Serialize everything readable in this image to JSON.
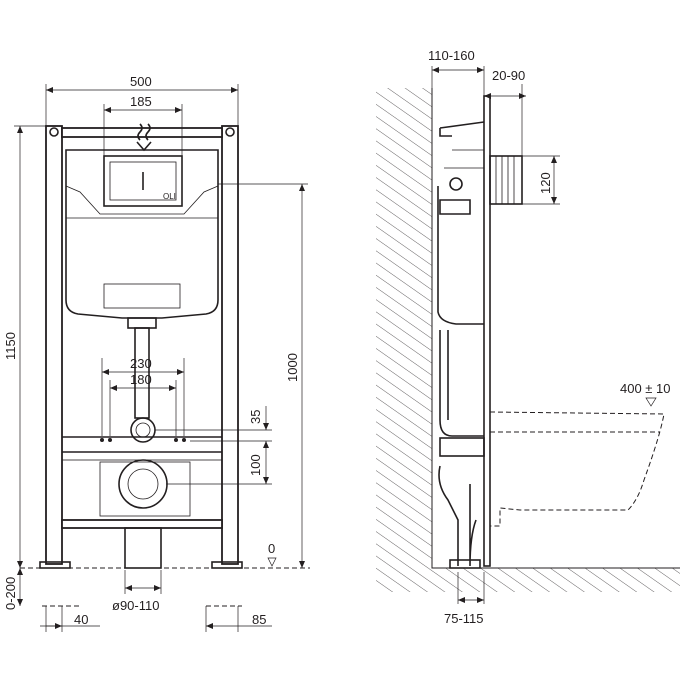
{
  "front_view": {
    "frame_width": "500",
    "flush_plate_width": "185",
    "total_height": "1150",
    "tank_height": "1000",
    "bolt_outer_spacing": "230",
    "bolt_inner_spacing": "180",
    "bolt_offset": "35",
    "outlet_offset": "100",
    "floor_level": "0",
    "leg_adjust": "0-200",
    "leg_offset": "40",
    "outlet_diameter": "ø90-110",
    "foot_offset": "85",
    "brand_mark": "OLI"
  },
  "side_view": {
    "wall_depth": "110-160",
    "panel_depth": "20-90",
    "flush_height": "120",
    "bowl_projection": "400 ± 10",
    "drain_offset": "75-115"
  }
}
